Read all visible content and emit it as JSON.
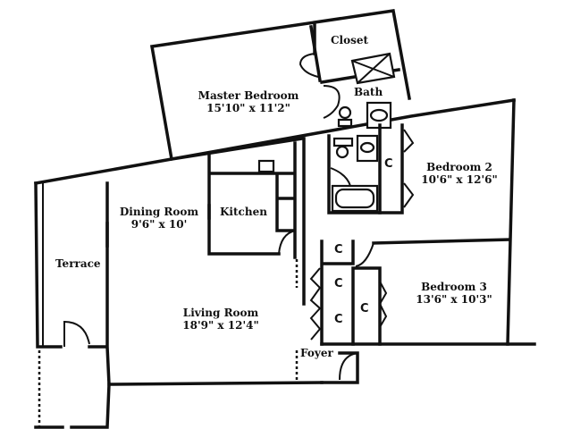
{
  "plan": {
    "rooms": {
      "master_bedroom": {
        "name": "Master Bedroom",
        "dims": "15'10\" x 11'2\""
      },
      "closet": {
        "name": "Closet"
      },
      "bath": {
        "name": "Bath"
      },
      "bedroom2": {
        "name": "Bedroom 2",
        "dims": "10'6\" x 12'6\""
      },
      "bedroom3": {
        "name": "Bedroom 3",
        "dims": "13'6\" x 10'3\""
      },
      "dining_room": {
        "name": "Dining Room",
        "dims": "9'6\" x 10'"
      },
      "kitchen": {
        "name": "Kitchen"
      },
      "living_room": {
        "name": "Living Room",
        "dims": "18'9\" x 12'4\""
      },
      "terrace": {
        "name": "Terrace"
      },
      "foyer": {
        "name": "Foyer"
      }
    },
    "closet_marker": "C"
  }
}
